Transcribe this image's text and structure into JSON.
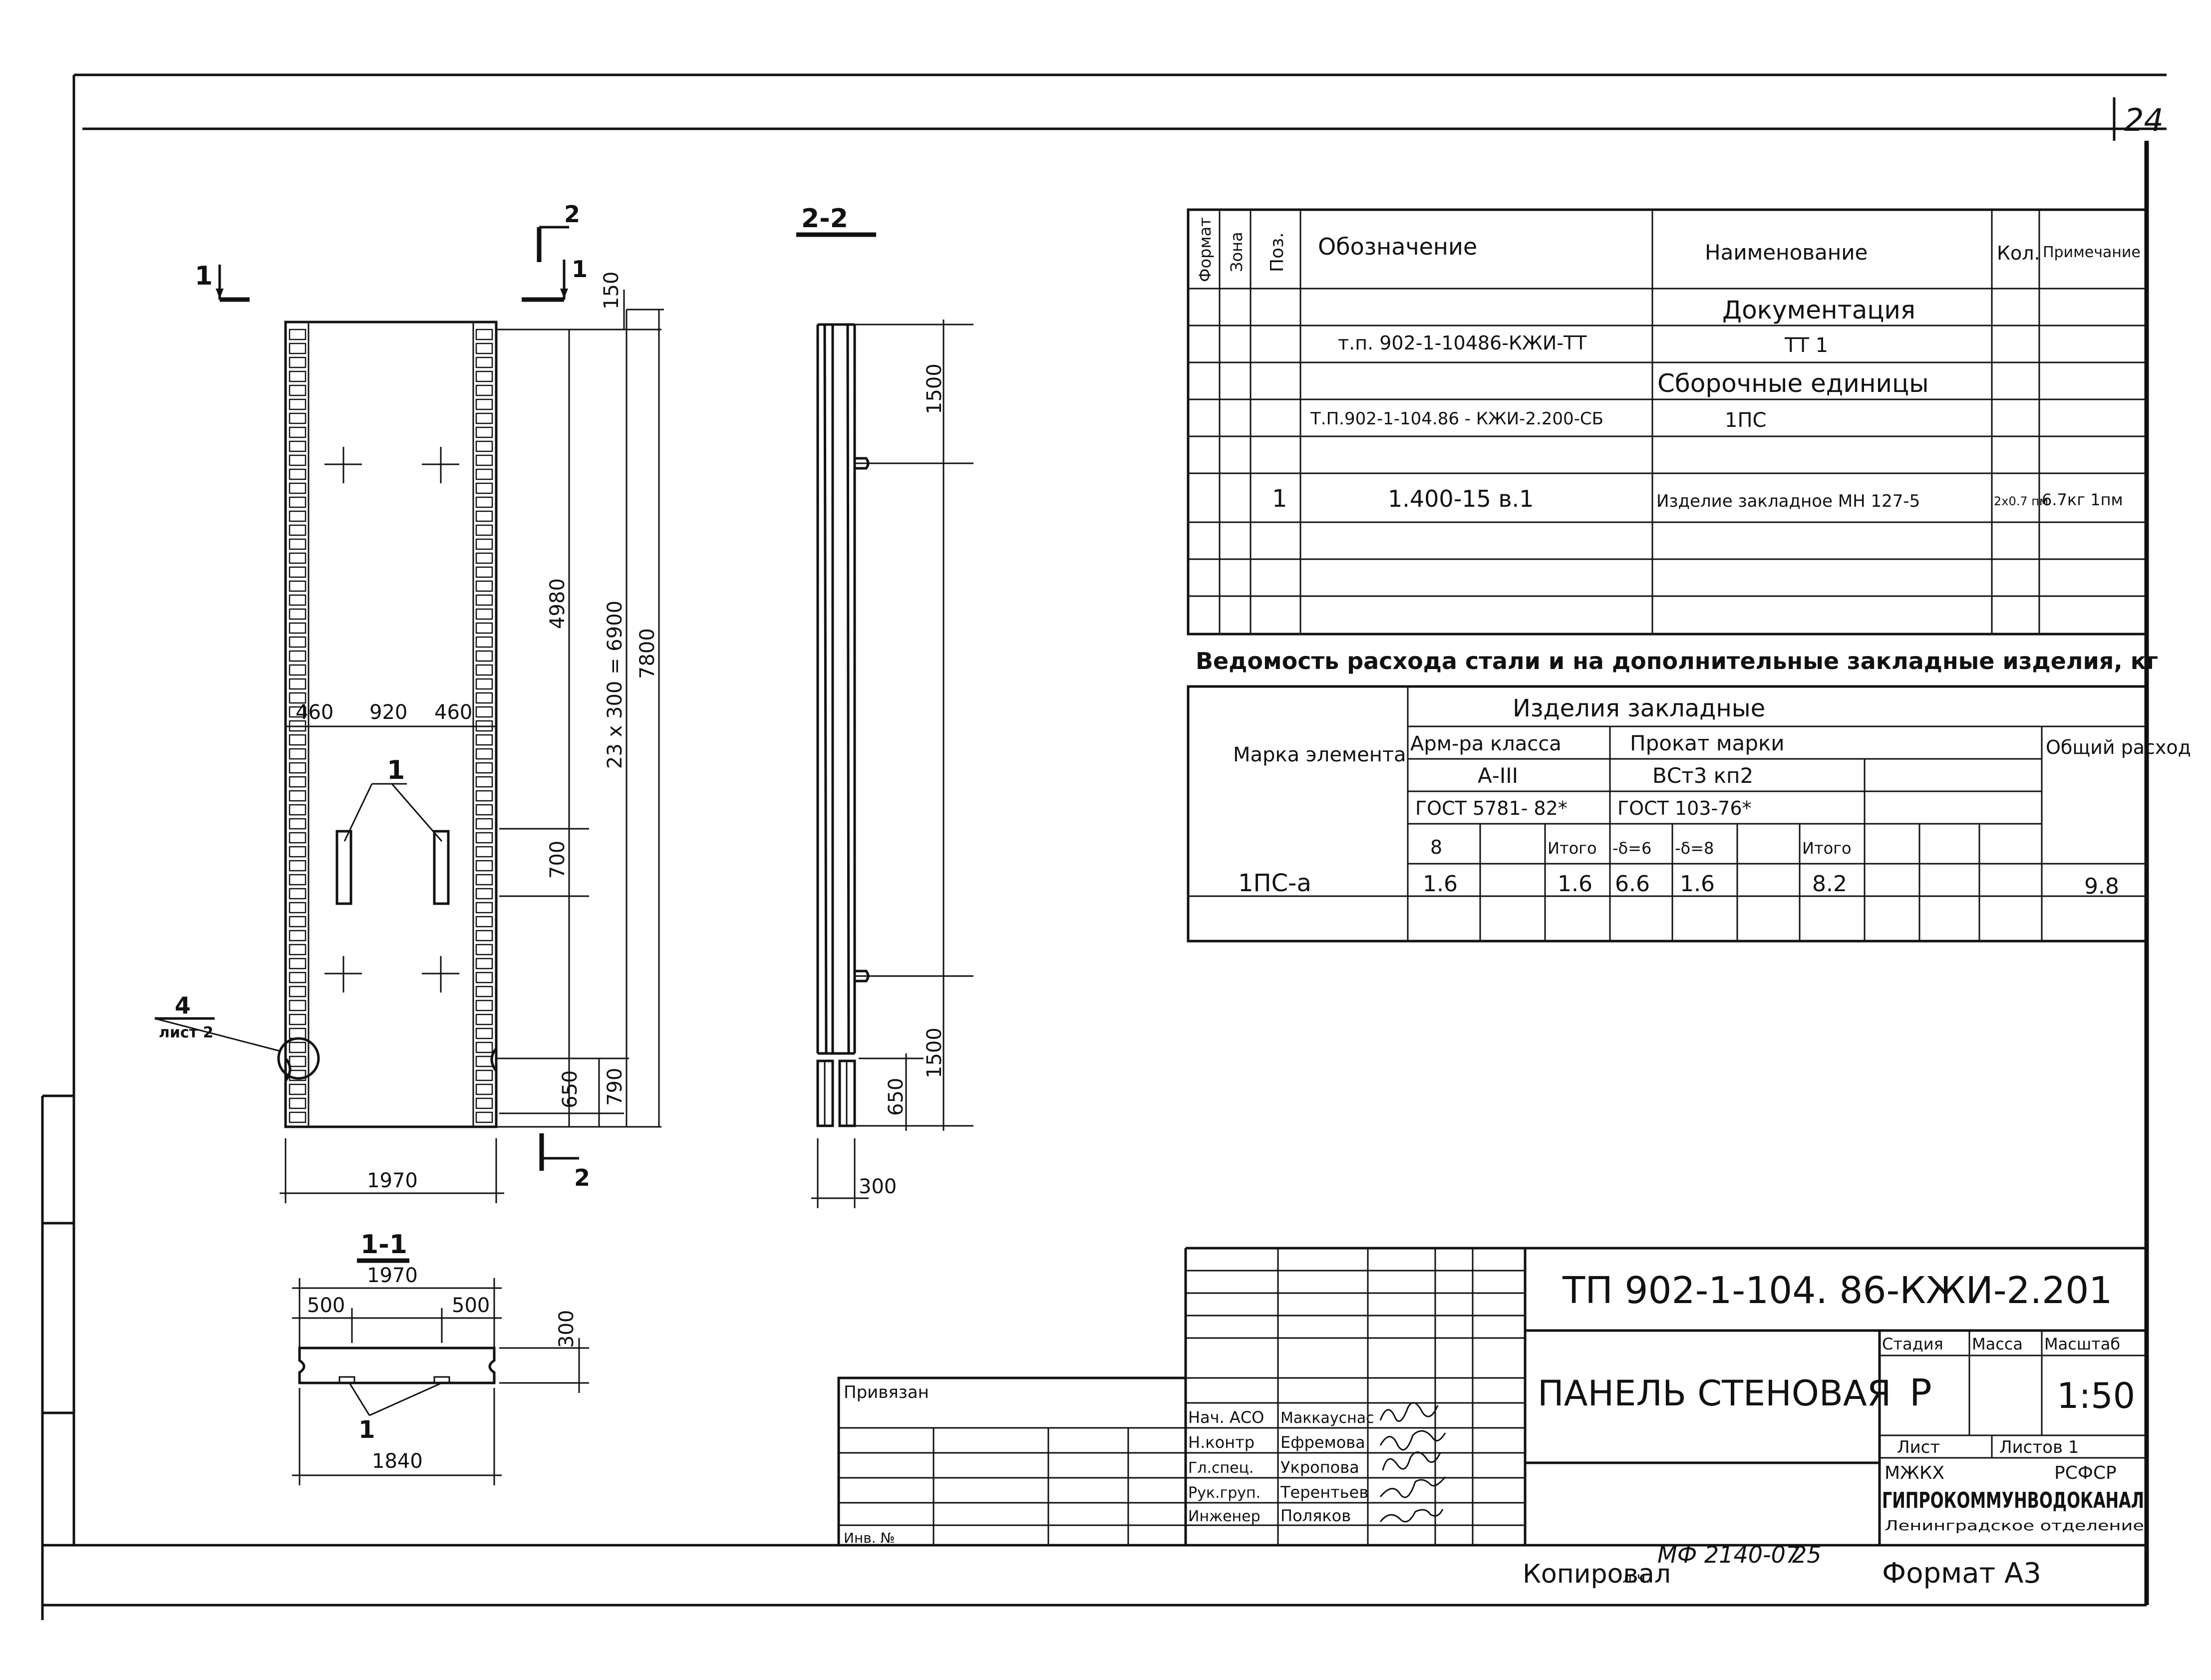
{
  "sheet": {
    "sheet_number": "24",
    "bottom_note": {
      "label": "Копировал",
      "initials": "л.ч.",
      "code": "МФ 2140-07",
      "num": "25",
      "format": "Формат А3"
    }
  },
  "views": {
    "section_11_title": "1-1",
    "section_22_title": "2-2",
    "mark_1": "1",
    "mark_2": "2",
    "pos_leader": "1",
    "detail_ref": {
      "num": "4",
      "sheet": "лист 2"
    }
  },
  "dims": {
    "elev": {
      "d150": "150",
      "d4980": "4980",
      "d700": "700",
      "d650": "650",
      "d790": "790",
      "chain": "23 x 300 = 6900",
      "total": "7800",
      "w460a": "460",
      "w920": "920",
      "w460b": "460",
      "w1970": "1970"
    },
    "sec22": {
      "d1500a": "1500",
      "d1500b": "1500",
      "d650": "650",
      "d300": "300"
    },
    "sec11": {
      "w1970": "1970",
      "w500a": "500",
      "w500b": "500",
      "w1840": "1840",
      "t300": "300"
    }
  },
  "spec": {
    "headers": {
      "format": "Формат",
      "zone": "Зона",
      "pos": "Поз.",
      "designation": "Обозначение",
      "name": "Наименование",
      "qty": "Кол.",
      "note": "Примечание"
    },
    "rows": [
      {
        "designation": "",
        "name": "Документация",
        "qty": "",
        "note": "",
        "pos": ""
      },
      {
        "designation": "т.п. 902-1-10486-КЖИ-ТТ",
        "name": "ТТ 1",
        "qty": "",
        "note": "",
        "pos": ""
      },
      {
        "designation": "",
        "name": "Сборочные единицы",
        "qty": "",
        "note": "",
        "pos": ""
      },
      {
        "designation": "Т.П.902-1-104.86 - КЖИ-2.200-СБ",
        "name": "1ПС",
        "qty": "",
        "note": "",
        "pos": ""
      },
      {
        "designation": "",
        "name": "",
        "qty": "",
        "note": "",
        "pos": ""
      },
      {
        "designation": "1.400-15 в.1",
        "name": "Изделие закладное МН 127-5",
        "qty": "2х0.7 пм",
        "note": "6.7кг 1пм",
        "pos": "1"
      }
    ]
  },
  "steel": {
    "title": "Ведомость расхода стали и на дополнительные закладные изделия, кг",
    "mark_header": "Марка элемента",
    "group_header": "Изделия закладные",
    "armature": {
      "class": "Арм-ра класса",
      "grade": "А-III",
      "gost": "ГОСТ 5781- 82*"
    },
    "rolled": {
      "mark": "Прокат марки",
      "grade": "ВСт3 кп2",
      "gost": "ГОСТ 103-76*"
    },
    "total_header": "Общий расход",
    "subheads": [
      "8",
      "",
      "Итого",
      "-δ=6",
      "-δ=8",
      "",
      "Итого"
    ],
    "row": {
      "mark": "1ПС-а",
      "values": [
        "1.6",
        "",
        "1.6",
        "6.6",
        "1.6",
        "",
        "8.2"
      ],
      "total": "9.8"
    }
  },
  "title_block": {
    "code": "ТП 902-1-104. 86-КЖИ-2.201",
    "title": "ПАНЕЛЬ СТЕНОВАЯ",
    "stage_label": "Стадия",
    "mass_label": "Масса",
    "scale_label": "Масштаб",
    "stage": "Р",
    "scale": "1:50",
    "sheet_label": "Лист",
    "sheets_label": "Листов 1",
    "ministry": "МЖКХ",
    "republic": "РСФСР",
    "org": "ГИПРОКОММУНВОДОКАНАЛ",
    "dept": "Ленинградское отделение",
    "privyazan": "Привязан",
    "inv": "Инв. №",
    "roles": [
      {
        "role": "Нач. АСО",
        "name": "Маккауснас"
      },
      {
        "role": "Н.контр",
        "name": "Ефремова"
      },
      {
        "role": "Гл.спец.",
        "name": "Укропова"
      },
      {
        "role": "Рук.груп.",
        "name": "Терентьев"
      },
      {
        "role": "Инженер",
        "name": "Поляков"
      }
    ]
  }
}
